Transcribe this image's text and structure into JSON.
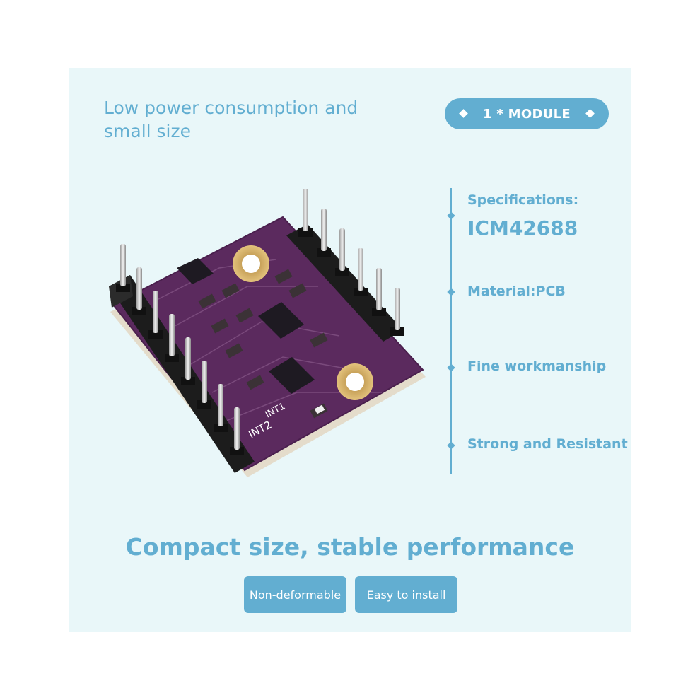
{
  "headline": {
    "line1": "Low power consumption and",
    "line2": "small size"
  },
  "badge": {
    "label": "1 * MODULE"
  },
  "specs": {
    "heading": "Specifications:",
    "model": "ICM42688",
    "material": "Material:PCB",
    "workmanship": "Fine workmanship",
    "durability": "Strong and Resistant"
  },
  "bottom": {
    "title": "Compact size, stable performance",
    "features": [
      "Non-deformable",
      "Easy to install"
    ]
  },
  "colors": {
    "accent": "#62aed1",
    "panel": "#e9f7f9",
    "pcb": "#5b2a5e"
  },
  "board_labels": {
    "label_a": "INT2",
    "label_b": "INT1"
  }
}
